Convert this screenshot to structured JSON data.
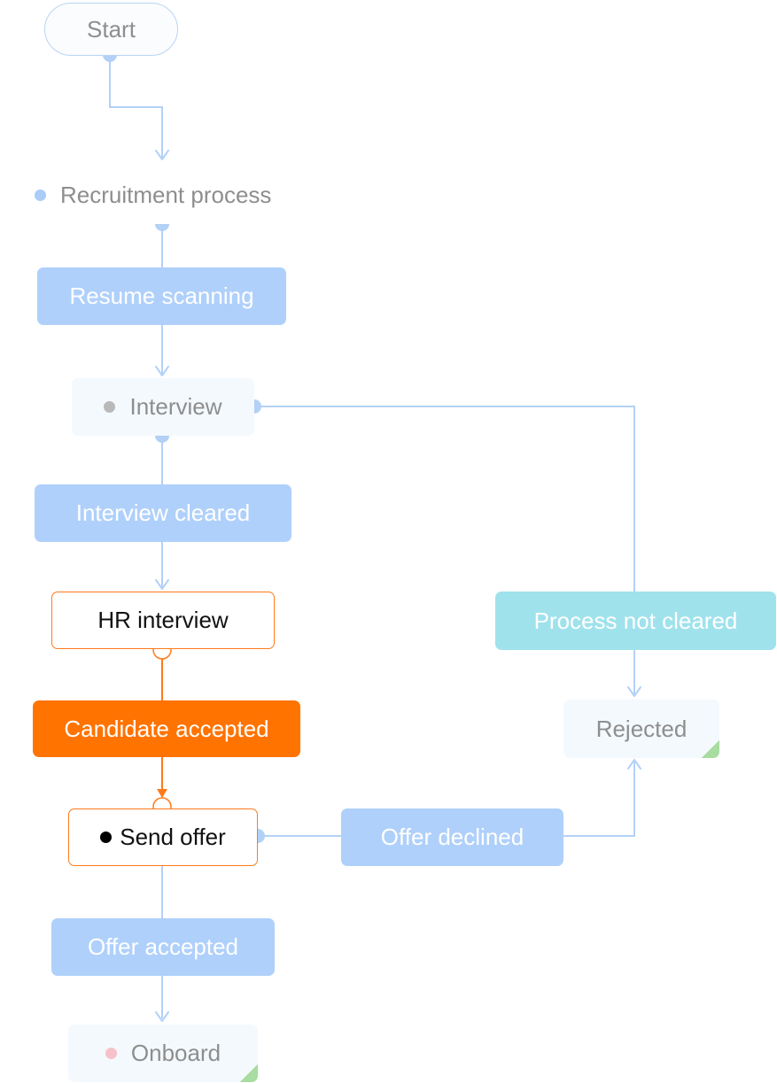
{
  "diagram": {
    "start": "Start",
    "process": "Recruitment process",
    "resume_scanning": "Resume scanning",
    "interview": "Interview",
    "interview_cleared": "Interview cleared",
    "hr_interview": "HR interview",
    "candidate_accepted": "Candidate accepted",
    "send_offer": "Send offer",
    "offer_accepted": "Offer accepted",
    "onboard": "Onboard",
    "process_not_cleared": "Process not cleared",
    "rejected": "Rejected",
    "offer_declined": "Offer declined"
  },
  "colors": {
    "transition": "#afd0fb",
    "transition_alt": "#9fe2ec",
    "active": "#ff7300",
    "connector": "#b3d1f7",
    "connector_active": "#ff7a1a",
    "dot_blue": "#a9ccf8",
    "dot_gray": "#b9b9b9",
    "dot_black": "#000000",
    "dot_pink": "#f7c1c9",
    "final_marker": "#a8dca0"
  }
}
